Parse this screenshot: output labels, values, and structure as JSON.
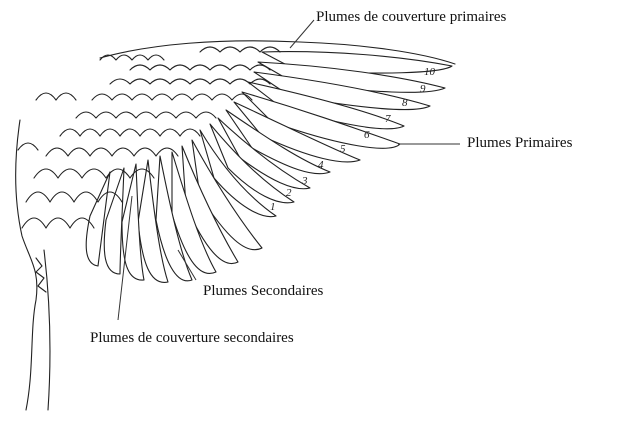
{
  "diagram": {
    "labels": {
      "primary_coverts": "Plumes de couverture primaires",
      "primaries": "Plumes Primaires",
      "secondaries": "Plumes Secondaires",
      "secondary_coverts": "Plumes de couverture secondaires"
    },
    "feather_numbers": [
      "1",
      "2",
      "3",
      "4",
      "5",
      "6",
      "7",
      "8",
      "9",
      "10"
    ],
    "ink_color": "#222222"
  }
}
